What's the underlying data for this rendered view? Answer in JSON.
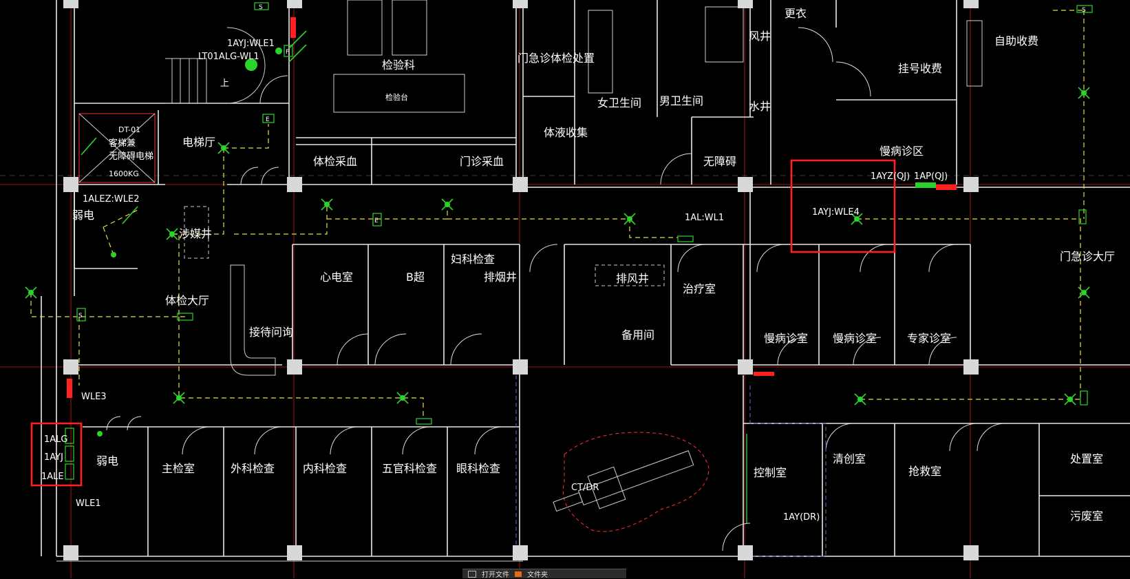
{
  "plan": {
    "rooms": [
      {
        "id": "jianyanke",
        "label": "检验科"
      },
      {
        "id": "jianyantai",
        "label": "检验台"
      },
      {
        "id": "jizhen-tijian",
        "label": "门急诊体检处置"
      },
      {
        "id": "nv-wc",
        "label": "女卫生间"
      },
      {
        "id": "nan-wc",
        "label": "男卫生间"
      },
      {
        "id": "tiye-shouji",
        "label": "体液收集"
      },
      {
        "id": "gengyi",
        "label": "更衣"
      },
      {
        "id": "fengjing",
        "label": "风井"
      },
      {
        "id": "shuijing",
        "label": "水井"
      },
      {
        "id": "wuzhangai",
        "label": "无障碍"
      },
      {
        "id": "zizhu-shoufei",
        "label": "自助收费"
      },
      {
        "id": "guahao-shoufei",
        "label": "挂号收费"
      },
      {
        "id": "manbing-zhenqu",
        "label": "慢病诊区"
      },
      {
        "id": "dianti-ting",
        "label": "电梯厅"
      },
      {
        "id": "tijian-caixue",
        "label": "体检采血"
      },
      {
        "id": "menzhen-caixue",
        "label": "门诊采血"
      },
      {
        "id": "ruodian",
        "label": "弱电"
      },
      {
        "id": "shaomei-jing",
        "label": "涉媒井"
      },
      {
        "id": "tijian-dating",
        "label": "体检大厅"
      },
      {
        "id": "jiedai-wenxun",
        "label": "接待问询"
      },
      {
        "id": "xindian",
        "label": "心电室"
      },
      {
        "id": "bchao",
        "label": "B超"
      },
      {
        "id": "fuke",
        "label": "妇科检查"
      },
      {
        "id": "paiyan",
        "label": "排烟井"
      },
      {
        "id": "paifeng",
        "label": "排风井"
      },
      {
        "id": "beiyong",
        "label": "备用间"
      },
      {
        "id": "zhiliao",
        "label": "治疗室"
      },
      {
        "id": "manbing1",
        "label": "慢病诊室"
      },
      {
        "id": "manbing2",
        "label": "慢病诊室"
      },
      {
        "id": "zhuanjia",
        "label": "专家诊室"
      },
      {
        "id": "jizhen-dating",
        "label": "门急诊大厅"
      },
      {
        "id": "ruodian2",
        "label": "弱电"
      },
      {
        "id": "zhujian",
        "label": "主检室"
      },
      {
        "id": "waike",
        "label": "外科检查"
      },
      {
        "id": "neike",
        "label": "内科检查"
      },
      {
        "id": "wuguan",
        "label": "五官科检查"
      },
      {
        "id": "yanke",
        "label": "眼科检查"
      },
      {
        "id": "ctdr",
        "label": "CT/DR"
      },
      {
        "id": "kongzhi",
        "label": "控制室"
      },
      {
        "id": "qingchuang",
        "label": "清创室"
      },
      {
        "id": "qiangjiu",
        "label": "抢救室"
      },
      {
        "id": "chuzhi",
        "label": "处置室"
      },
      {
        "id": "wufei",
        "label": "污废室"
      },
      {
        "id": "shang",
        "label": "上"
      }
    ],
    "elevator": {
      "code": "DT-01",
      "line1": "客梯兼",
      "line2": "无障碍电梯",
      "load": "1600KG"
    },
    "circuit_labels": {
      "l1": "1AYJ:WLE1",
      "l2": "LT01ALG-WL1",
      "l3": "1ALEZ:WLE2",
      "l4": "1AL:WL1",
      "l5": "1AYJ:WLE4",
      "l6": "1AYZ(QJ)",
      "l7": "1AP(QJ)",
      "l8": "WLE3",
      "l9": "WLE1",
      "l10": "1AY(DR)"
    },
    "panel_group": [
      "1ALG",
      "1AYJ",
      "1ALE"
    ],
    "symbols": {
      "s": "S",
      "e": "E",
      "f": "F"
    }
  },
  "toolbar": {
    "item1": "打开文件",
    "item2": "文件夹"
  },
  "colors": {
    "background": "#000000",
    "walls": "#e8e8e8",
    "axis": "#c81e1e",
    "wiring": "#e8e040",
    "fixtures": "#2bd42b",
    "highlight": "#ff2020",
    "boundary": "#8a5bd0"
  }
}
